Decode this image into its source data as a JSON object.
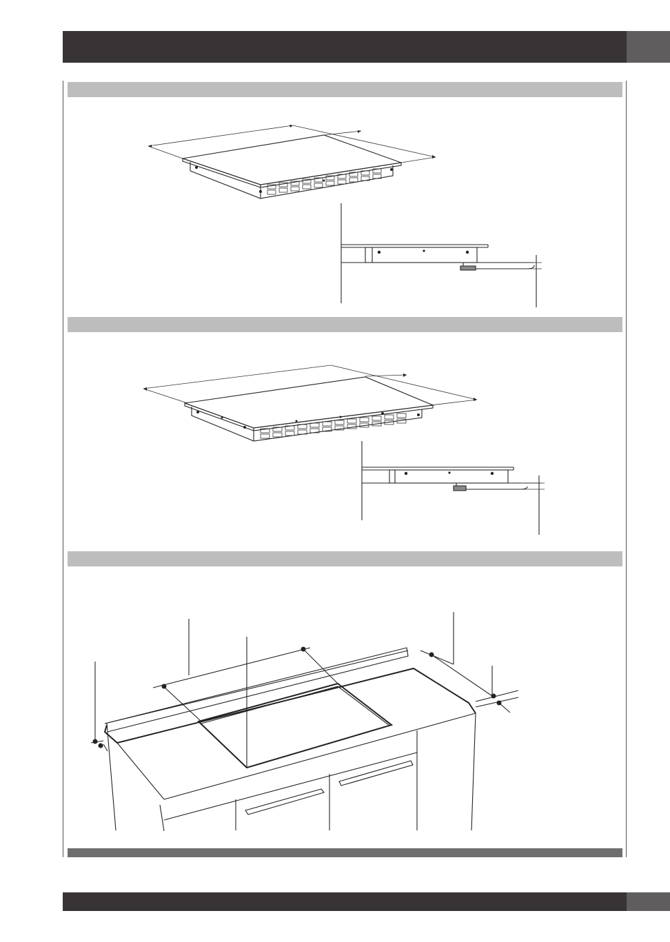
{
  "header": {
    "title": "",
    "page_tab": ""
  },
  "sections": [
    {
      "id": "section-1",
      "title": ""
    },
    {
      "id": "section-2",
      "title": ""
    },
    {
      "id": "section-3",
      "title": ""
    }
  ],
  "footer": {
    "text": "",
    "page_number": ""
  }
}
